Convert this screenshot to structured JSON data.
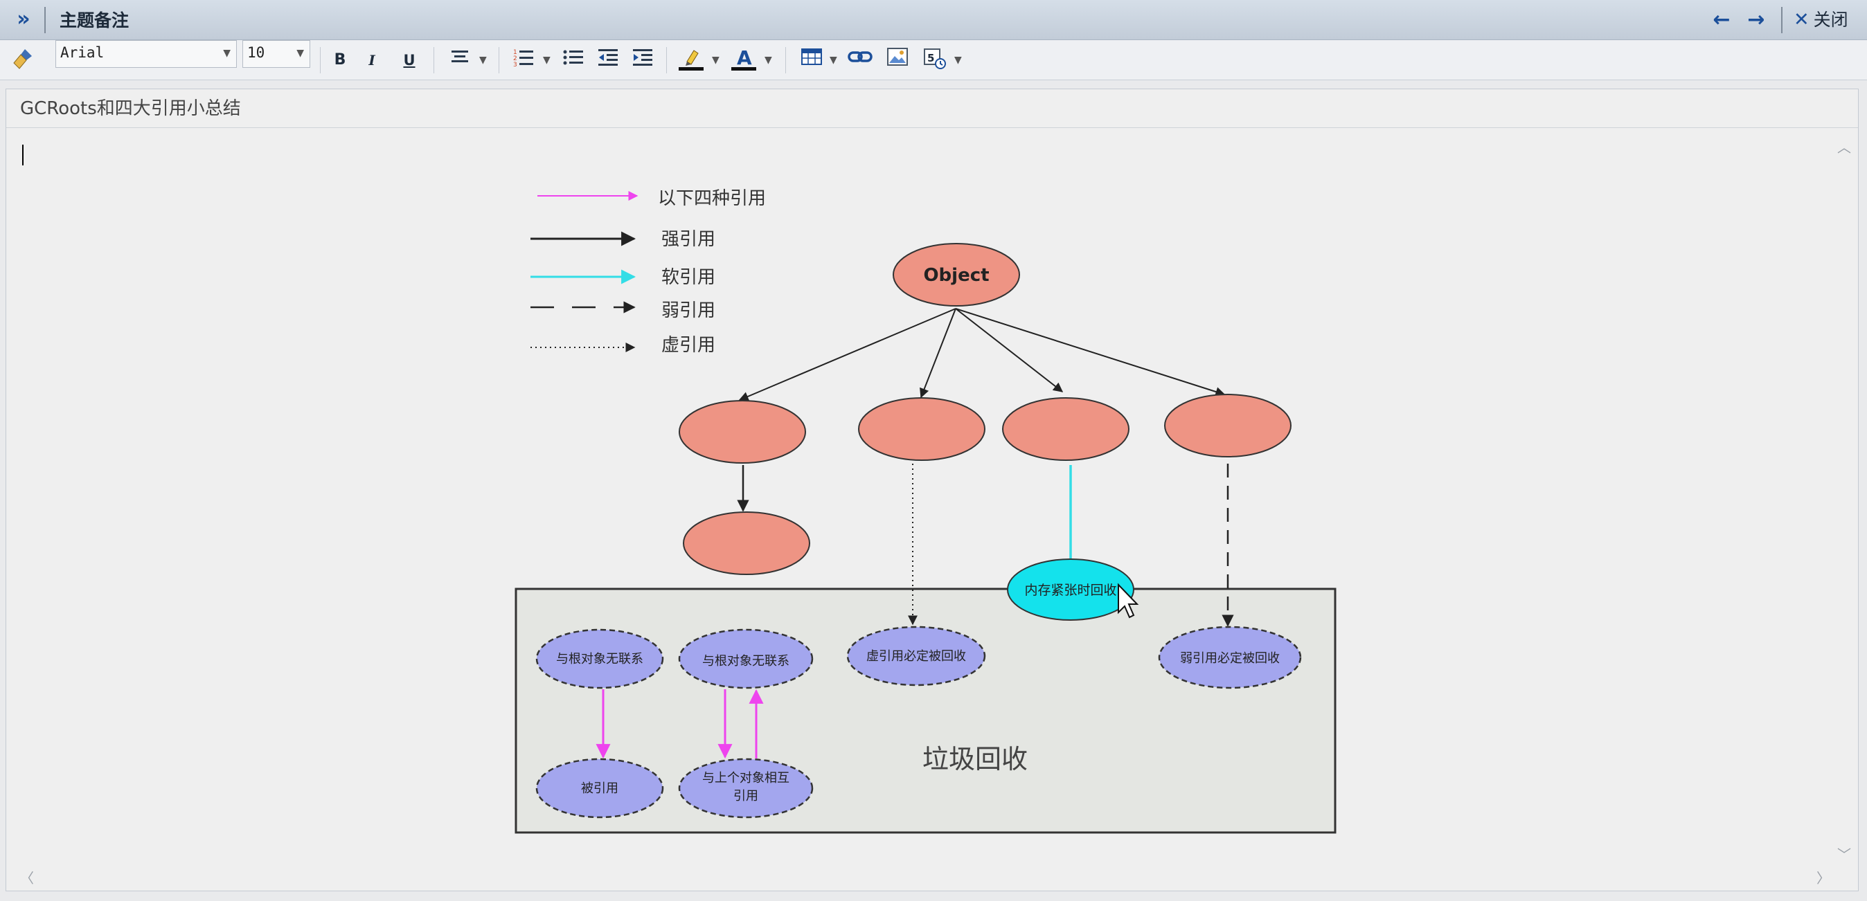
{
  "titlebar": {
    "title": "主题备注",
    "close_label": "关闭"
  },
  "toolbar": {
    "font_family": "Arial",
    "font_size": "10",
    "bold": "B",
    "italic": "I",
    "underline": "U"
  },
  "editor": {
    "subject": "GCRoots和四大引用小总结"
  },
  "legend": [
    {
      "label": "以下四种引用",
      "color": "#ee44ee",
      "style": "solid"
    },
    {
      "label": "强引用",
      "color": "#222222",
      "style": "solid"
    },
    {
      "label": "软引用",
      "color": "#33dde6",
      "style": "solid"
    },
    {
      "label": "弱引用",
      "color": "#222222",
      "style": "dashed"
    },
    {
      "label": "虚引用",
      "color": "#222222",
      "style": "dotted"
    }
  ],
  "diagram": {
    "root": "Object",
    "soft_node": "内存紧张时回收",
    "gc_area_label": "垃圾回收",
    "no_link_1": "与根对象无联系",
    "no_link_2": "与根对象无联系",
    "referenced": "被引用",
    "mutual_line1": "与上个对象相互",
    "mutual_line2": "引用",
    "phantom": "虚引用必定被回收",
    "weak": "弱引用必定被回收"
  },
  "colors": {
    "salmon": "#ee9484",
    "cyan": "#14e2ec",
    "lavender": "#a3a6ee",
    "magenta": "#ee44ee"
  }
}
